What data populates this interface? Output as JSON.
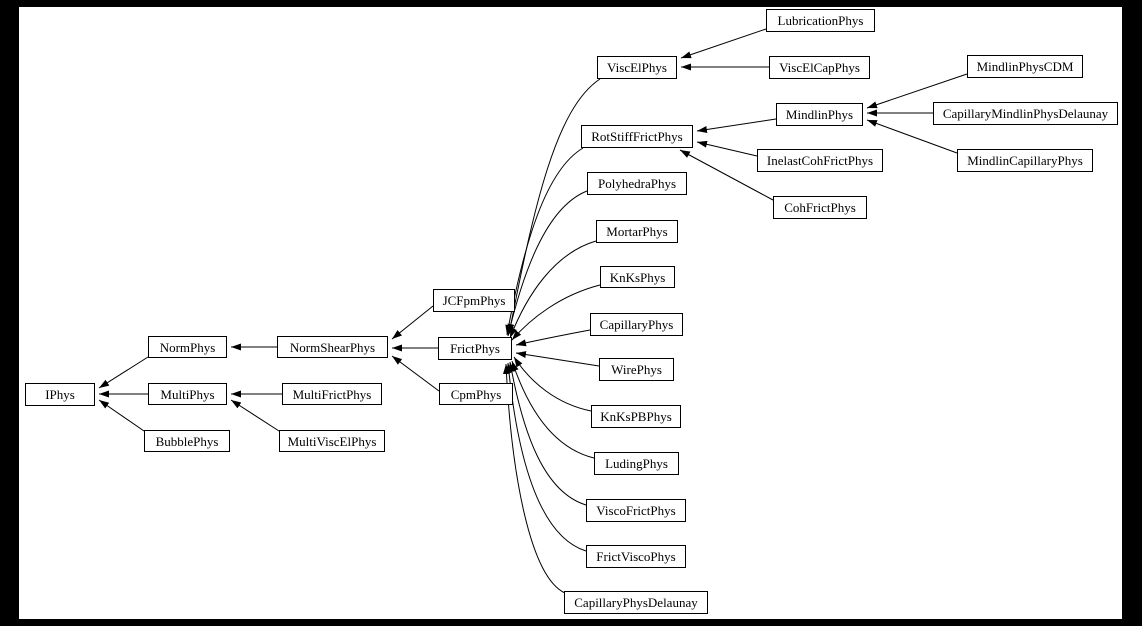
{
  "diagram": {
    "kind": "class-inheritance-graph",
    "direction": "right-to-left",
    "colors": {
      "page_background": "#000000",
      "canvas_background": "#ffffff",
      "node_fill": "#ffffff",
      "node_border": "#000000",
      "edge": "#000000",
      "text": "#000000"
    }
  },
  "nodes": [
    {
      "id": "IPhys",
      "label": "IPhys"
    },
    {
      "id": "NormPhys",
      "label": "NormPhys"
    },
    {
      "id": "MultiPhys",
      "label": "MultiPhys"
    },
    {
      "id": "BubblePhys",
      "label": "BubblePhys"
    },
    {
      "id": "NormShearPhys",
      "label": "NormShearPhys"
    },
    {
      "id": "MultiFrictPhys",
      "label": "MultiFrictPhys"
    },
    {
      "id": "MultiViscElPhys",
      "label": "MultiViscElPhys"
    },
    {
      "id": "JCFpmPhys",
      "label": "JCFpmPhys"
    },
    {
      "id": "FrictPhys",
      "label": "FrictPhys"
    },
    {
      "id": "CpmPhys",
      "label": "CpmPhys"
    },
    {
      "id": "ViscElPhys",
      "label": "ViscElPhys"
    },
    {
      "id": "RotStiffFrictPhys",
      "label": "RotStiffFrictPhys"
    },
    {
      "id": "PolyhedraPhys",
      "label": "PolyhedraPhys"
    },
    {
      "id": "MortarPhys",
      "label": "MortarPhys"
    },
    {
      "id": "KnKsPhys",
      "label": "KnKsPhys"
    },
    {
      "id": "CapillaryPhys",
      "label": "CapillaryPhys"
    },
    {
      "id": "WirePhys",
      "label": "WirePhys"
    },
    {
      "id": "KnKsPBPhys",
      "label": "KnKsPBPhys"
    },
    {
      "id": "LudingPhys",
      "label": "LudingPhys"
    },
    {
      "id": "ViscoFrictPhys",
      "label": "ViscoFrictPhys"
    },
    {
      "id": "FrictViscoPhys",
      "label": "FrictViscoPhys"
    },
    {
      "id": "CapillaryPhysDelaunay",
      "label": "CapillaryPhysDelaunay"
    },
    {
      "id": "LubricationPhys",
      "label": "LubricationPhys"
    },
    {
      "id": "ViscElCapPhys",
      "label": "ViscElCapPhys"
    },
    {
      "id": "MindlinPhys",
      "label": "MindlinPhys"
    },
    {
      "id": "InelastCohFrictPhys",
      "label": "InelastCohFrictPhys"
    },
    {
      "id": "CohFrictPhys",
      "label": "CohFrictPhys"
    },
    {
      "id": "MindlinPhysCDM",
      "label": "MindlinPhysCDM"
    },
    {
      "id": "CapillaryMindlinPhysDelaunay",
      "label": "CapillaryMindlinPhysDelaunay"
    },
    {
      "id": "MindlinCapillaryPhys",
      "label": "MindlinCapillaryPhys"
    }
  ],
  "edges": [
    {
      "from": "NormPhys",
      "to": "IPhys"
    },
    {
      "from": "MultiPhys",
      "to": "IPhys"
    },
    {
      "from": "BubblePhys",
      "to": "IPhys"
    },
    {
      "from": "NormShearPhys",
      "to": "NormPhys"
    },
    {
      "from": "MultiFrictPhys",
      "to": "MultiPhys"
    },
    {
      "from": "MultiViscElPhys",
      "to": "MultiPhys"
    },
    {
      "from": "JCFpmPhys",
      "to": "NormShearPhys"
    },
    {
      "from": "FrictPhys",
      "to": "NormShearPhys"
    },
    {
      "from": "CpmPhys",
      "to": "NormShearPhys"
    },
    {
      "from": "ViscElPhys",
      "to": "FrictPhys"
    },
    {
      "from": "RotStiffFrictPhys",
      "to": "FrictPhys"
    },
    {
      "from": "PolyhedraPhys",
      "to": "FrictPhys"
    },
    {
      "from": "MortarPhys",
      "to": "FrictPhys"
    },
    {
      "from": "KnKsPhys",
      "to": "FrictPhys"
    },
    {
      "from": "CapillaryPhys",
      "to": "FrictPhys"
    },
    {
      "from": "WirePhys",
      "to": "FrictPhys"
    },
    {
      "from": "KnKsPBPhys",
      "to": "FrictPhys"
    },
    {
      "from": "LudingPhys",
      "to": "FrictPhys"
    },
    {
      "from": "ViscoFrictPhys",
      "to": "FrictPhys"
    },
    {
      "from": "FrictViscoPhys",
      "to": "FrictPhys"
    },
    {
      "from": "CapillaryPhysDelaunay",
      "to": "FrictPhys"
    },
    {
      "from": "LubricationPhys",
      "to": "ViscElPhys"
    },
    {
      "from": "ViscElCapPhys",
      "to": "ViscElPhys"
    },
    {
      "from": "MindlinPhys",
      "to": "RotStiffFrictPhys"
    },
    {
      "from": "InelastCohFrictPhys",
      "to": "RotStiffFrictPhys"
    },
    {
      "from": "CohFrictPhys",
      "to": "RotStiffFrictPhys"
    },
    {
      "from": "MindlinPhysCDM",
      "to": "MindlinPhys"
    },
    {
      "from": "CapillaryMindlinPhysDelaunay",
      "to": "MindlinPhys"
    },
    {
      "from": "MindlinCapillaryPhys",
      "to": "MindlinPhys"
    }
  ]
}
